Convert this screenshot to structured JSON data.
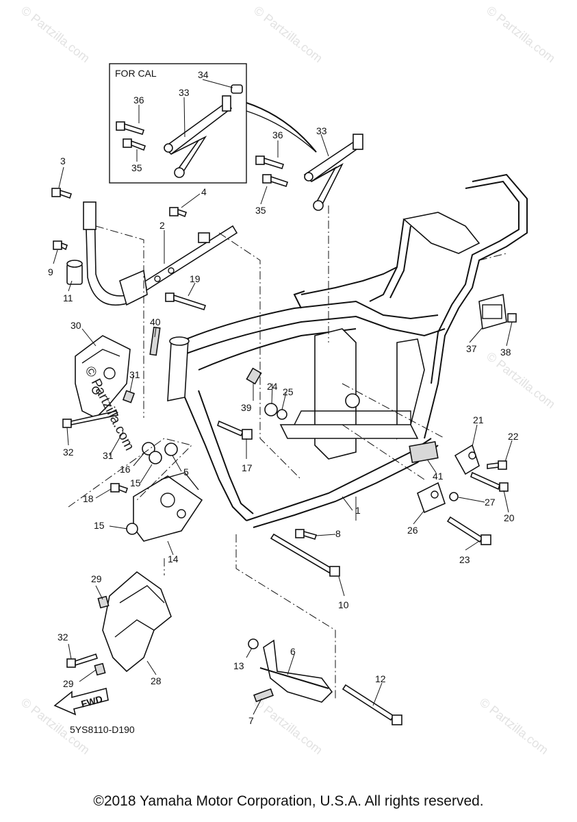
{
  "inset_title": "FOR CAL",
  "callouts": {
    "c1": "1",
    "c2": "2",
    "c3": "3",
    "c4": "4",
    "c5": "5",
    "c6": "6",
    "c7": "7",
    "c8": "8",
    "c9": "9",
    "c10": "10",
    "c11": "11",
    "c12": "12",
    "c13": "13",
    "c14": "14",
    "c15a": "15",
    "c15b": "15",
    "c16": "16",
    "c17": "17",
    "c18": "18",
    "c19": "19",
    "c20": "20",
    "c21": "21",
    "c22": "22",
    "c23": "23",
    "c24": "24",
    "c25": "25",
    "c26": "26",
    "c27": "27",
    "c28": "28",
    "c29a": "29",
    "c29b": "29",
    "c30": "30",
    "c31a": "31",
    "c31b": "31",
    "c32a": "32",
    "c32b": "32",
    "c33a": "33",
    "c33b": "33",
    "c34": "34",
    "c35a": "35",
    "c35b": "35",
    "c36a": "36",
    "c36b": "36",
    "c37": "37",
    "c38": "38",
    "c39": "39",
    "c40": "40",
    "c41": "41"
  },
  "fwd_label": "FWD",
  "diagram_code": "5YS8110-D190",
  "watermark": "© Partzilla.com",
  "copyright": "©2018 Yamaha Motor Corporation, U.S.A. All rights reserved."
}
